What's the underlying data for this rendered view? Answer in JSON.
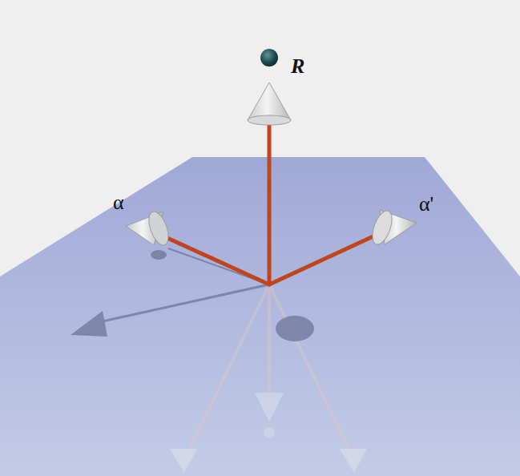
{
  "diagram": {
    "labels": [
      "R",
      "α",
      "α'"
    ]
  }
}
